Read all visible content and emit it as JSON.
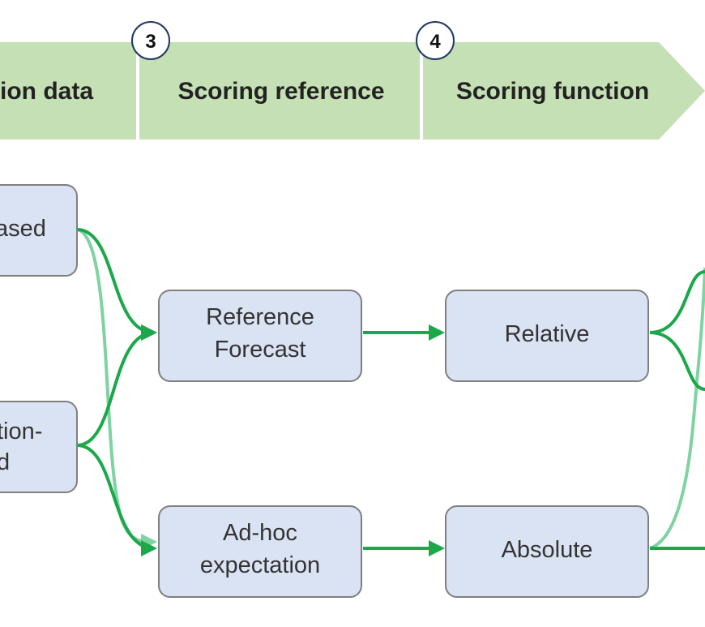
{
  "header": {
    "stages": [
      {
        "label": "ion data",
        "number": ""
      },
      {
        "label": "Scoring reference",
        "number": "3"
      },
      {
        "label": "Scoring function",
        "number": "4"
      }
    ]
  },
  "nodes": {
    "left_top": "ased",
    "left_bottom_line1": "tion-",
    "left_bottom_line2": "d",
    "reference_forecast_line1": "Reference",
    "reference_forecast_line2": "Forecast",
    "adhoc_line1": "Ad-hoc",
    "adhoc_line2": "expectation",
    "relative": "Relative",
    "absolute": "Absolute"
  },
  "colors": {
    "header_fill": "#c5e0b4",
    "node_fill": "#dae3f3",
    "node_stroke": "#7f7f7f",
    "arrow_dark": "#1aa84a",
    "arrow_light": "#7fd3a0"
  }
}
